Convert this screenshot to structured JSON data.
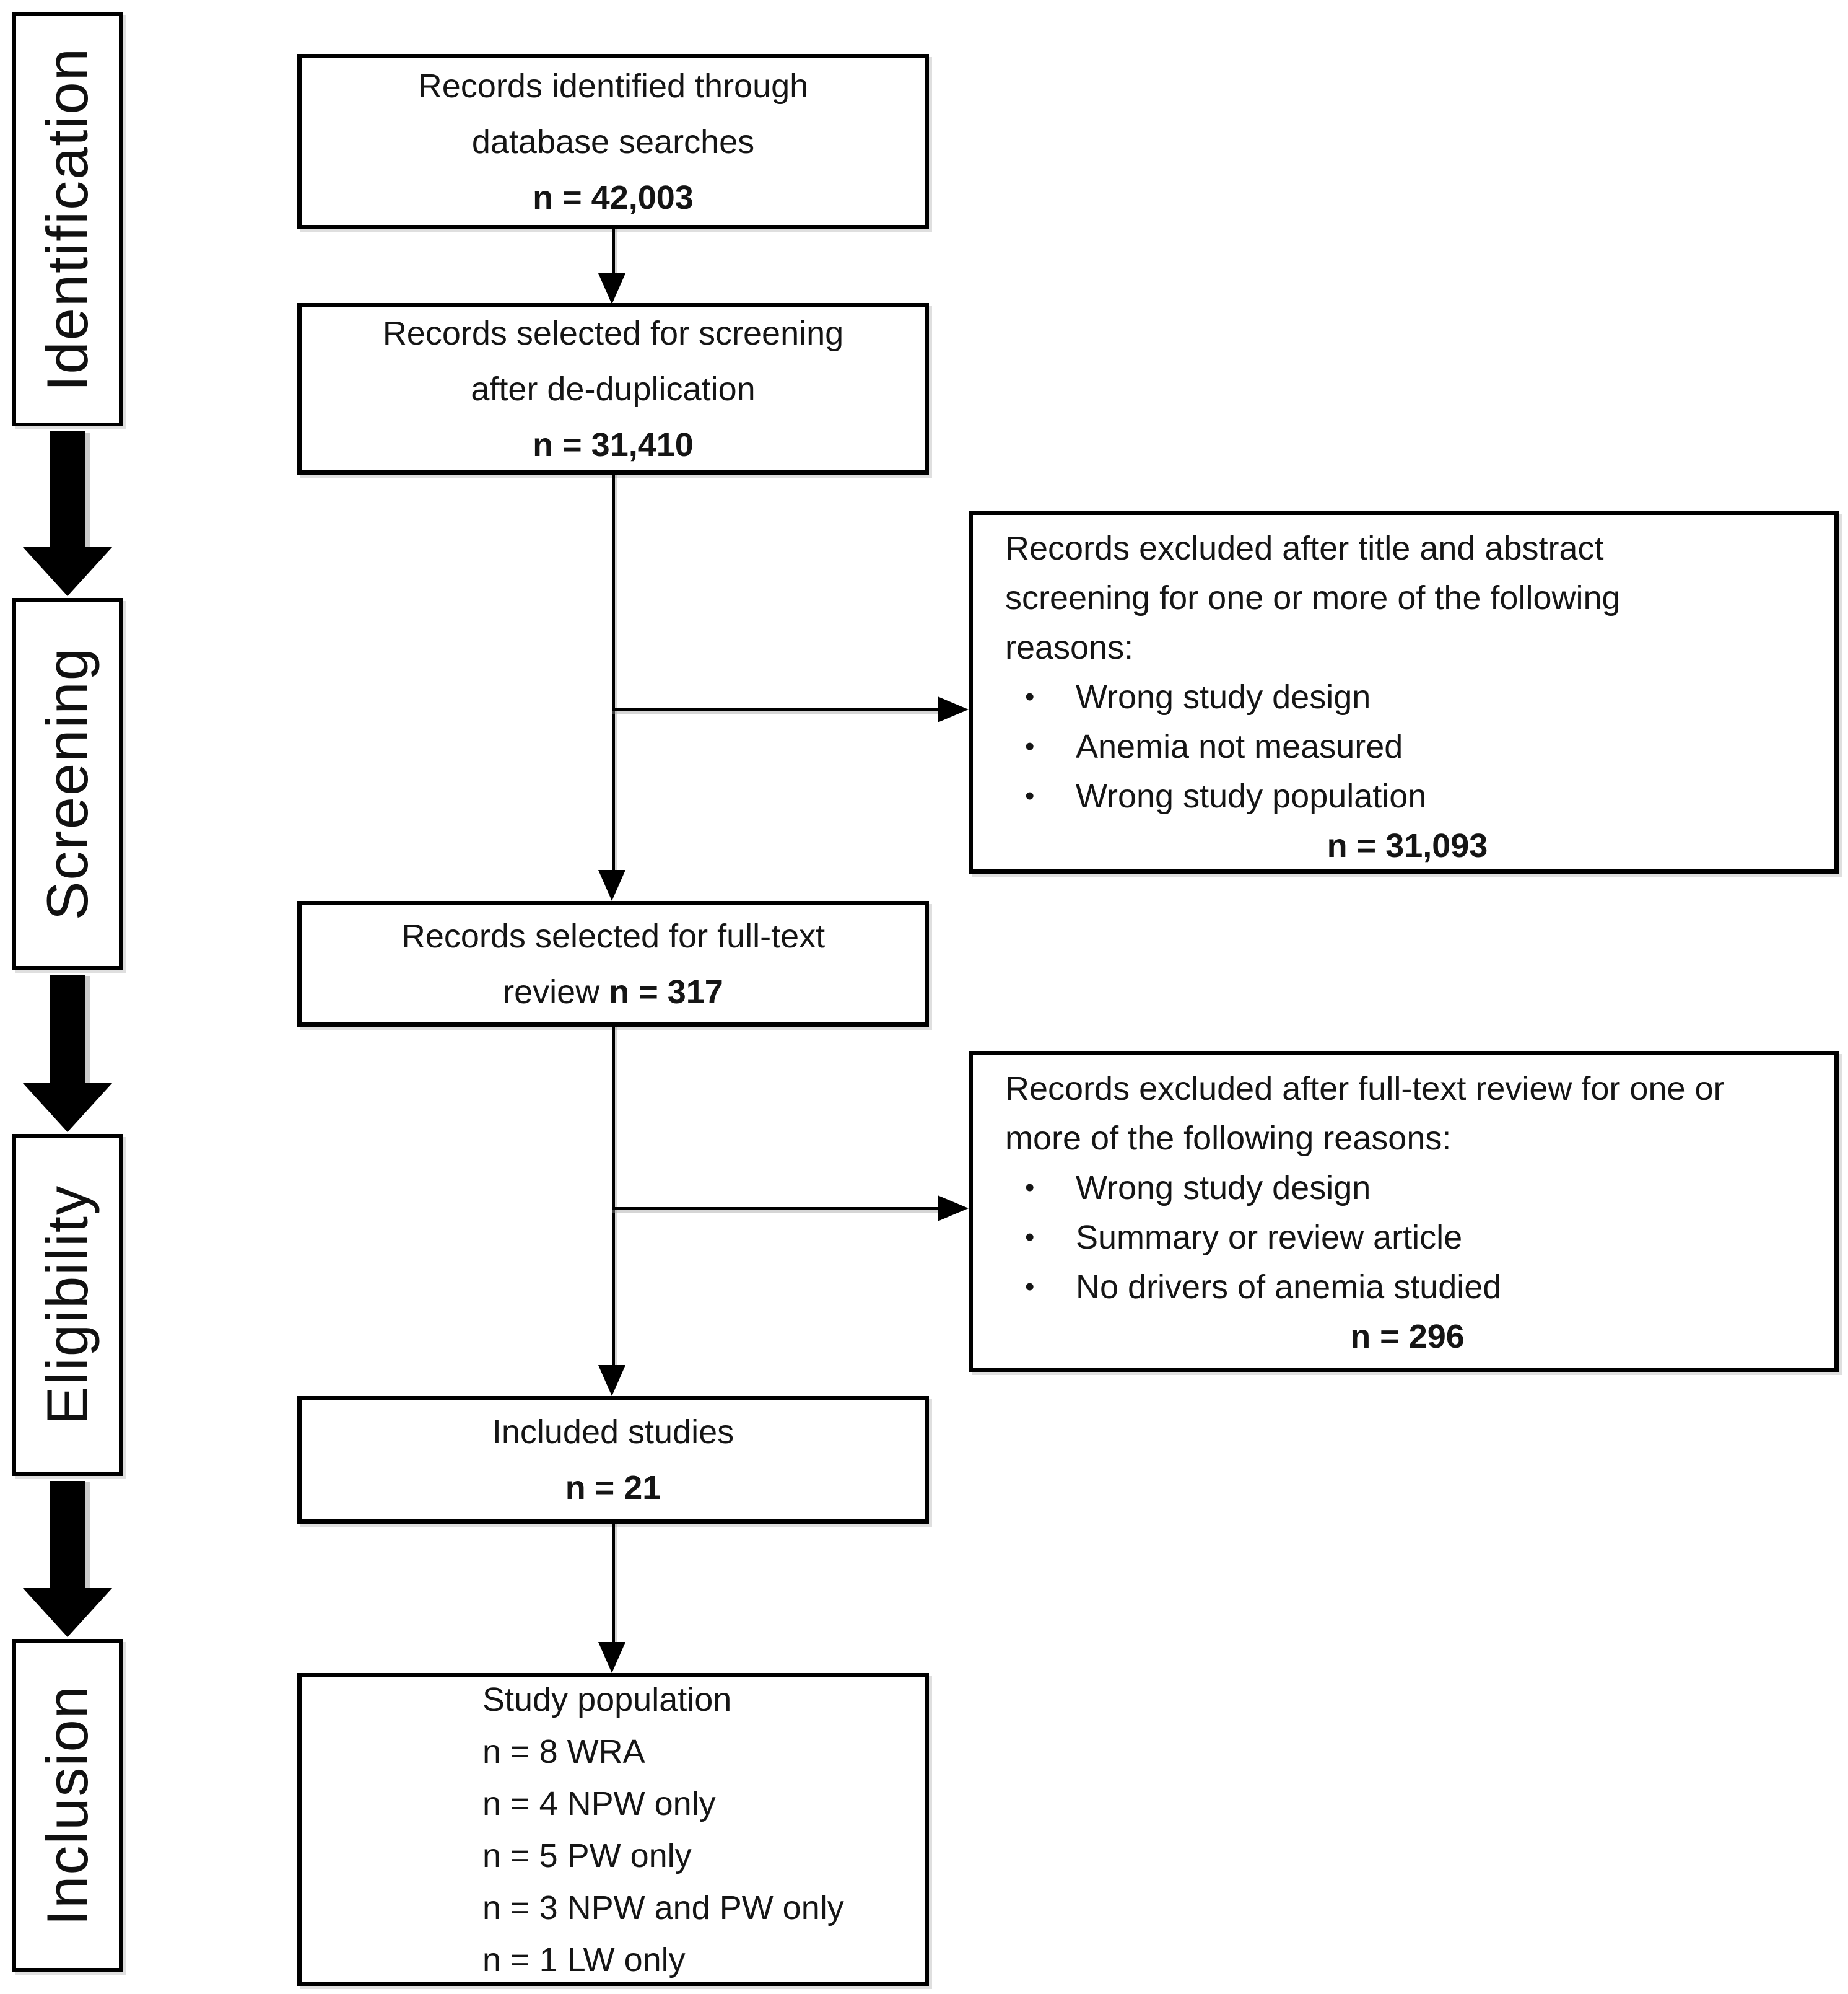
{
  "colors": {
    "ink": "#000000",
    "paper": "#ffffff"
  },
  "bullet_char": "•",
  "stages": [
    {
      "label": "Identification"
    },
    {
      "label": "Screening"
    },
    {
      "label": "Eligibility"
    },
    {
      "label": "Inclusion"
    }
  ],
  "flow": {
    "identified": {
      "line1": "Records identified through",
      "line2": "database searches",
      "n": "n = 42,003"
    },
    "screened": {
      "line1": "Records selected for screening",
      "line2": "after de-duplication",
      "n": "n = 31,410"
    },
    "full_text": {
      "line1": "Records selected for full-text",
      "line2_prefix": "review ",
      "n": "n = 317"
    },
    "included": {
      "line1": "Included studies",
      "n": "n = 21"
    },
    "population": {
      "title": "Study population",
      "items": [
        "n = 8 WRA",
        "n = 4 NPW only",
        "n = 5 PW only",
        "n = 3 NPW and PW only",
        "n = 1 LW only"
      ]
    }
  },
  "exclusions": {
    "title_abstract": {
      "lines": [
        "Records excluded after title and abstract",
        "screening for one or more of the following",
        "reasons:"
      ],
      "bullets": [
        "Wrong study design",
        "Anemia not measured",
        "Wrong study population"
      ],
      "n": "n = 31,093"
    },
    "full_text": {
      "lines": [
        "Records excluded after full-text review for one or",
        "more of the following reasons:"
      ],
      "bullets": [
        "Wrong study design",
        "Summary or review article",
        "No drivers of anemia studied"
      ],
      "n": "n = 296"
    }
  }
}
